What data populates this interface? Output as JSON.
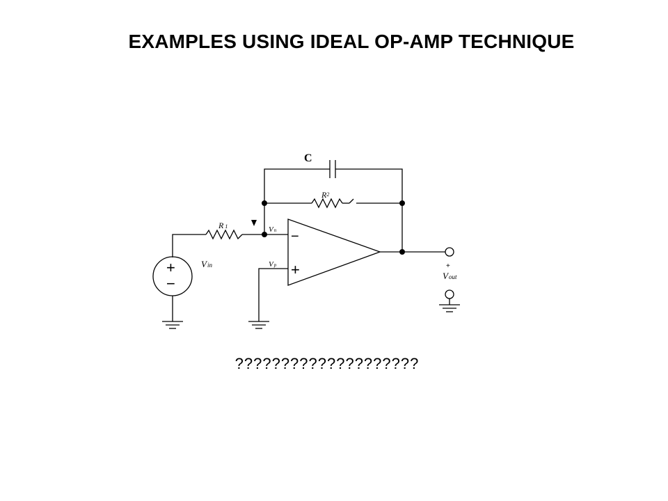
{
  "slide": {
    "title": "EXAMPLES USING IDEAL OP-AMP TECHNIQUE",
    "caption": "????????????????????"
  },
  "circuit": {
    "capacitor_label": "C",
    "r1_label": {
      "main": "R",
      "sub": "1"
    },
    "r2_label": {
      "main": "R",
      "sub": "2"
    },
    "vn_label": {
      "main": "V",
      "sub": "n"
    },
    "vp_label": {
      "main": "V",
      "sub": "p"
    },
    "vin_label": {
      "main": "V",
      "sub": "in"
    },
    "vout_label": {
      "main": "V",
      "sub": "out"
    },
    "vout_plus": "+",
    "opamp_minus": "−",
    "opamp_plus": "+",
    "source_plus": "+",
    "source_minus": "−"
  }
}
